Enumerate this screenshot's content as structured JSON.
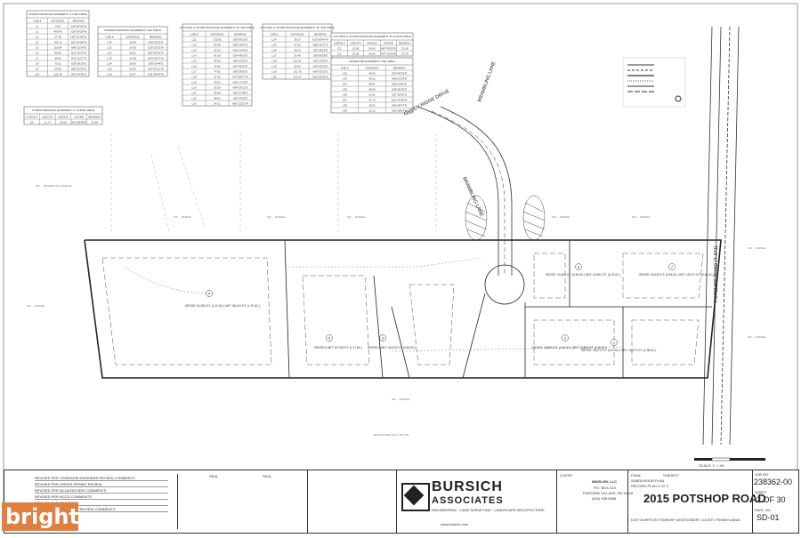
{
  "tables": [
    {
      "title": "STORM DRAINAGE EASEMENT 'A' LINE TABLE",
      "headers": [
        "LINE #",
        "DISTANCE",
        "BEARING"
      ],
      "rows": [
        [
          "L1",
          "8.42",
          "S28°24'28\"W"
        ],
        [
          "L2",
          "466.49",
          "S28°24'28\"W"
        ],
        [
          "L3",
          "27.38",
          "N62°21'35\"W"
        ],
        [
          "L4",
          "181.32",
          "S52°24'28\"W"
        ],
        [
          "L5",
          "116.64",
          "N49°13'34\"E"
        ],
        [
          "L6",
          "89.80",
          "N21°16'25\"E"
        ],
        [
          "L7",
          "94.50",
          "N31°11'27\"E"
        ],
        [
          "L8",
          "79.11",
          "S29°28'16\"E"
        ],
        [
          "L9",
          "64.40",
          "N84°52'33\"E"
        ],
        [
          "L10",
          "125.18",
          "S61°24'36\"E"
        ]
      ]
    },
    {
      "title": "SHARED DRIVEWAY EASEMENT LINE TABLE",
      "headers": [
        "LINE #",
        "DISTANCE",
        "BEARING"
      ],
      "rows": [
        [
          "L30",
          "10.00",
          "S26°35'23\"E"
        ],
        [
          "L31",
          "14.30",
          "S26°25'33\"W"
        ],
        [
          "L32",
          "10.51",
          "N63°34'29\"W"
        ],
        [
          "L33",
          "14.18",
          "N63°03'27\"W"
        ],
        [
          "L34",
          "10.00",
          "S56°30'44\"E"
        ],
        [
          "L35",
          "13.60",
          "S34°44'12\"W"
        ],
        [
          "L36",
          "13.37",
          "N31°39'40\"W"
        ]
      ]
    },
    {
      "title": "UTILITIES & STORM DRAINAGE EASEMENT 'B' LINE TABLE",
      "headers": [
        "LINE #",
        "DISTANCE",
        "BEARING"
      ],
      "rows": [
        [
          "L11",
          "135.05",
          "S26°56'32\"E"
        ],
        [
          "L12",
          "85.45",
          "N48°18'57\"E"
        ],
        [
          "L13",
          "32.23",
          "N28°14'41\"E"
        ],
        [
          "L14",
          "87.09",
          "S34°48'16\"E"
        ],
        [
          "L15",
          "38.49",
          "S46°23'29\"E"
        ],
        [
          "L16",
          "14.00",
          "S24°46'20\"E"
        ],
        [
          "L17",
          "74.91",
          "S36°28'30\"E"
        ],
        [
          "L18",
          "37.06",
          "S20°25'57\"W"
        ],
        [
          "L19",
          "43.01",
          "N29°17'20\"E"
        ],
        [
          "L20",
          "60.20",
          "N84°20'12\"E"
        ],
        [
          "L21",
          "68.68",
          "S84°27'58\"E"
        ],
        [
          "L22",
          "48.01",
          "S38°33'20\"E"
        ],
        [
          "L23",
          "54.21",
          "N81°22'22\"W"
        ]
      ]
    },
    {
      "title": "UTILITIES & STORM DRAINAGE EASEMENT 'B' LINE TABLE",
      "headers": [
        "LINE #",
        "DISTANCE",
        "BEARING"
      ],
      "rows": [
        [
          "L24",
          "18.17",
          "N13°30'44\"W"
        ],
        [
          "L25",
          "63.32",
          "N68°35'37\"E"
        ],
        [
          "L26",
          "28.23",
          "S32°28'13\"E"
        ],
        [
          "L27",
          "33.49",
          "S38°08'28\"E"
        ],
        [
          "L28",
          "113.44",
          "S46°23'29\"E"
        ],
        [
          "L29",
          "26.91",
          "N24°46'20\"E"
        ],
        [
          "L30",
          "101.75",
          "N66°02'31\"E"
        ],
        [
          "L31",
          "113.67",
          "S60°03'25\"W"
        ]
      ]
    },
    {
      "title": "UTILITIES & STORM DRAINAGE EASEMENT 'B' CURVE TABLE",
      "headers": [
        "CURVE #",
        "LENGTH",
        "RADIUS",
        "CHORD",
        "BEARING"
      ],
      "rows": [
        [
          "C2",
          "12.00",
          "56.00",
          "N87°39'29\"E",
          "10.16"
        ],
        [
          "C3",
          "33.65",
          "56.00",
          "N47°22'50\"E",
          "33.79"
        ]
      ]
    },
    {
      "title": "WATERLINE EASEMENT LINE TABLE",
      "headers": [
        "LINE #",
        "DISTANCE",
        "BEARING"
      ],
      "rows": [
        [
          "L32",
          "40.42",
          "S53°50'26\"E"
        ],
        [
          "L33",
          "40.21",
          "N65°13'04\"E"
        ],
        [
          "L34",
          "38.57",
          "S28°13'06\"E"
        ],
        [
          "L35",
          "68.59",
          "N36°20'26\"E"
        ],
        [
          "L36",
          "31.81",
          "S27°35'56\"E"
        ],
        [
          "L37",
          "42.73",
          "S21°34'49\"W"
        ],
        [
          "L38",
          "18.31",
          "S04°35'47\"E"
        ],
        [
          "L39",
          "15.12",
          "S62°18'54\"E"
        ]
      ]
    },
    {
      "title": "STORM DRAINAGE EASEMENT 'A' CURVE TABLE",
      "headers": [
        "CURVE #",
        "LENGTH",
        "RADIUS",
        "CHORD",
        "BEARING"
      ],
      "rows": [
        [
          "C1",
          "11.71",
          "30.00",
          "S41°28'58\"E",
          "11.68"
        ]
      ]
    }
  ],
  "street_labels": {
    "green_ridge": "GREEN RIDGE DRIVE",
    "brambling": "BRAMBLING LANE",
    "potshop": "POTSHOP ROAD (T-371)"
  },
  "lots": [
    {
      "num": "5",
      "area": "GROSS: 91,280 S.F. (2.10 AC.) NET: 68,419 S.F. (1.57 AC.)"
    },
    {
      "num": "4",
      "area": "GROSS & NET: 50,708 S.F. (1.17 AC.)"
    },
    {
      "num": "3",
      "area": "GROSS & NET: 25,618 S.F. (0.60 AC.)"
    },
    {
      "num": "2",
      "area": "GROSS: 28,889 S.F. (0.66 AC.) NET: 13,880 S.F. (0.31 AC.)"
    },
    {
      "num": "6",
      "area": "GROSS: 23,464 S.F. (0.56 AC.) NET: 10,081 S.F. (0.23 AC.)"
    },
    {
      "num": "7",
      "area": "GROSS: 20,049 S.F. (0.46 AC.) NET: 19,670 S.F. (0.45 AC.)"
    },
    {
      "num": "1",
      "area": "GROSS: 18,470 S.F. (0.42 AC.) NET: 16,470 S.F. (0.38 AC.)"
    }
  ],
  "revisions": [
    "REVISED PER TOWNSHIP ENGINEER REVIEW COMMENTS",
    "REVISED PER ORDER PERMIT REVIEW",
    "REVISED PER NCUA REVIEW COMMENTS",
    "REVISED PER NCCD COMMENTS",
    "FINAL PLAN SUBMISSION",
    "REVISED PER TOWNSHIP REVIEW COMMENTS"
  ],
  "title_block": {
    "firm": "BURSICH",
    "firm2": "ASSOCIATES",
    "firm_tagline": "ENGINEERING · LAND SURVEYING · LANDSCAPE ARCHITECTURE",
    "website": "www.bursich.com",
    "client_label": "CLIENT",
    "client": "MIKELEN, LLC",
    "client_addr1": "P.O. BOX 243",
    "client_addr2": "FAIRVIEW VILLAGE, PA 19409",
    "client_phone": "(610) 539-8088",
    "final": "FINAL",
    "plan_type": "SUBDIVISION PLAN",
    "plan_sub": "RECORD PLAN 2 OF 2",
    "subject_label": "SUBJECT",
    "project": "2015 POTSHOP ROAD",
    "location": "EAST NORRITON TOWNSHIP, MONTGOMERY COUNTY, PENNSYLVANIA",
    "job_label": "JOB NO.",
    "job_no": "238362-00",
    "sheet_label": "SHEET",
    "sheet": "2 OF 30",
    "dwg_label": "DWG. NO.",
    "dwg_no": "SD-01",
    "seal": "SEAL",
    "scale": "SCALE: 1\" = 40'"
  },
  "watermark": "bright"
}
